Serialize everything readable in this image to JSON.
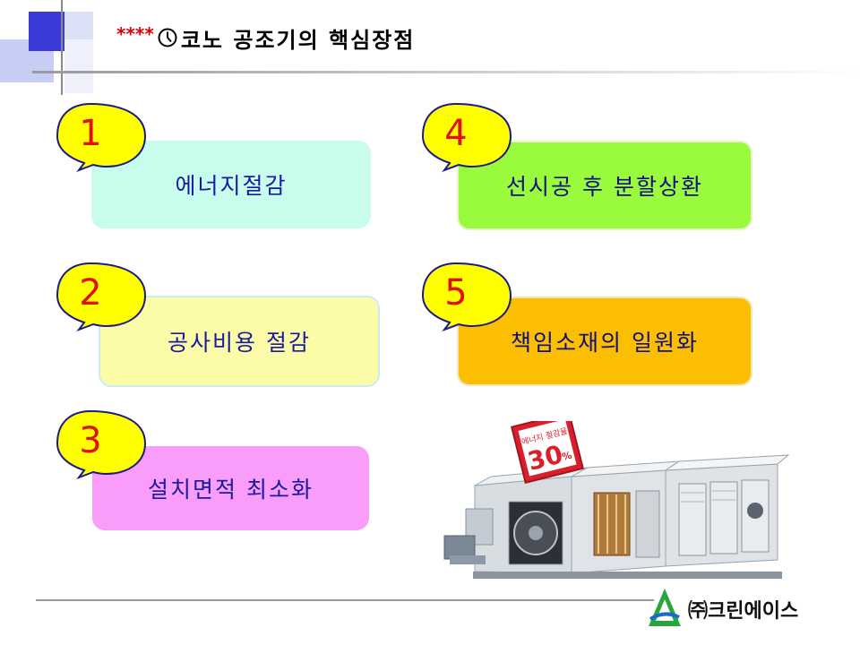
{
  "header": {
    "stars": "****",
    "title": "코노 공조기의 핵심장점"
  },
  "features": [
    {
      "number": "1",
      "label": "에너지절감"
    },
    {
      "number": "2",
      "label": "공사비용 절감"
    },
    {
      "number": "3",
      "label": "설치면적 최소화"
    },
    {
      "number": "4",
      "label": "선시공 후 분할상환"
    },
    {
      "number": "5",
      "label": "책임소재의 일원화"
    }
  ],
  "product_image": {
    "badge_line1": "에너지 절감율",
    "badge_value": "30",
    "badge_unit": "%"
  },
  "logo": {
    "text": "㈜크린에이스"
  },
  "colors": {
    "accent_blue": "#3a3ad8",
    "box1": "#c8fcec",
    "box2": "#fcfca8",
    "box3": "#fa9cfa",
    "box4": "#9afa3c",
    "box5": "#fcbe00",
    "bubble": "#ffff00",
    "number": "#e01010",
    "label": "#1a1aa0"
  }
}
